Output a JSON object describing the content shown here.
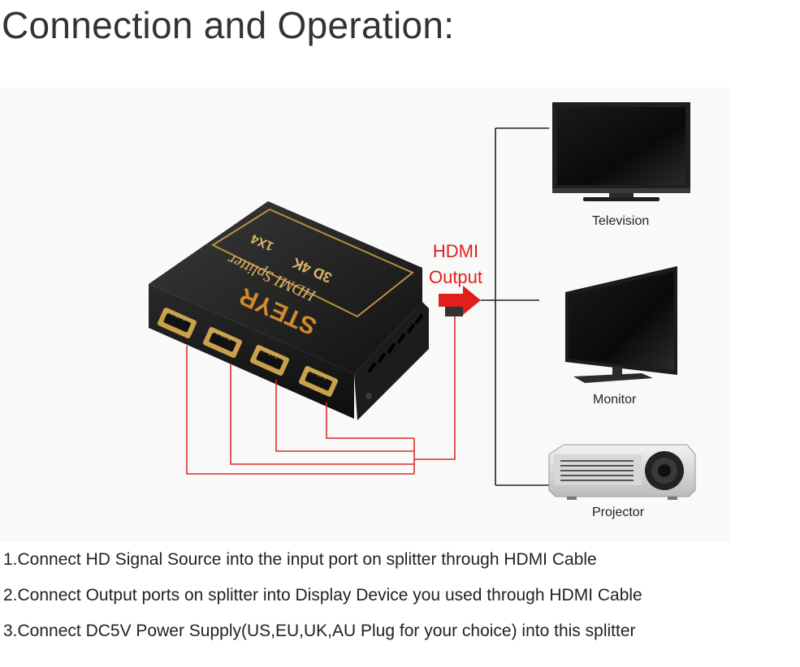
{
  "title": "Connection and Operation:",
  "splitter": {
    "brand": "STEYR",
    "model": "HDMI Splitter",
    "spec": "3D 4K",
    "ratio": "1X4",
    "ports": [
      "OUTPUT 4",
      "OUTPUT 3",
      "OUTPUT 2",
      "OUTPUT 1"
    ]
  },
  "arrow": {
    "line1": "HDMI",
    "line2": "Output",
    "color": "#e1201b"
  },
  "devices": [
    {
      "label": "Television",
      "icon": "television-icon"
    },
    {
      "label": "Monitor",
      "icon": "monitor-icon"
    },
    {
      "label": "Projector",
      "icon": "projector-icon"
    }
  ],
  "steps": [
    "1.Connect HD Signal Source into the input port on splitter through HDMI Cable",
    "2.Connect Output ports on splitter into Display Device you used through HDMI Cable",
    "3.Connect DC5V Power Supply(US,EU,UK,AU Plug for your choice) into this splitter"
  ],
  "colors": {
    "cable": "#d9302a",
    "connector": "#333333",
    "device_body": "#2b2b2b",
    "port_gold": "#c9a14a"
  }
}
